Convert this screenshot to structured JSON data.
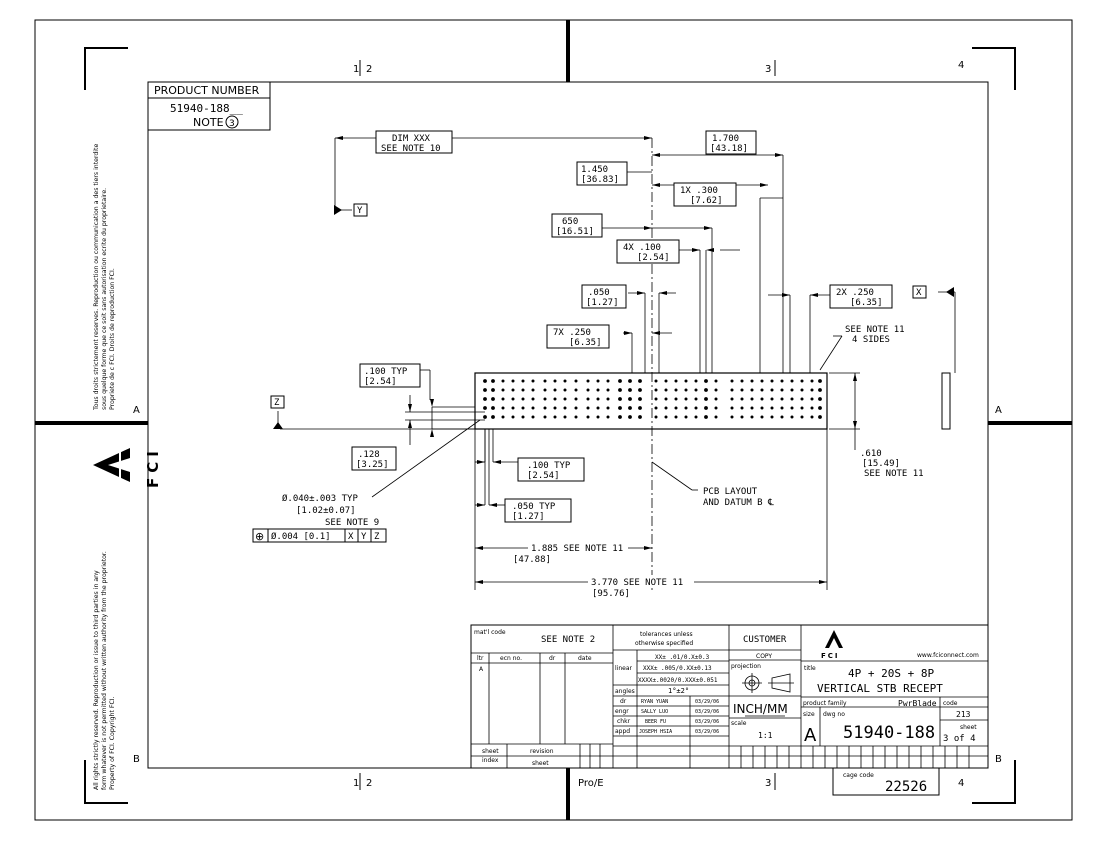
{
  "product_number": {
    "title": "PRODUCT NUMBER",
    "value": "51940-188__",
    "note": "NOTE"
  },
  "note_number": "3",
  "zones": {
    "top": [
      "1",
      "2",
      "3",
      "4"
    ],
    "bottom": [
      "1",
      "2",
      "3",
      "4"
    ],
    "left": [
      "A",
      "B"
    ],
    "right": [
      "A",
      "B"
    ]
  },
  "side_text_top": [
    "Tous droits strictement reserves.  Reproduction ou communication a des tiers interdite",
    "sous quelque forme que ce soit sans autorisation ecrite du proprietaire.",
    "Propriete de c FCI.   Droits de reproduction FCI."
  ],
  "side_text_bottom": [
    "All rights strictly reserved.  Reproduction or issue to third parties in any",
    "form whatever is not permitted without written authority from the proprietor.",
    "Property of FCI.  Copyright FCI."
  ],
  "side_logo": "FCI",
  "datums": {
    "y": "Y",
    "x": "X",
    "z": "Z"
  },
  "dims": {
    "dim_xxx": [
      "DIM XXX",
      "SEE NOTE 10"
    ],
    "d1700": [
      "1.700",
      "[43.18]"
    ],
    "d1450": [
      "1.450",
      "[36.83]"
    ],
    "d1x300": [
      "1X .300",
      "[7.62]"
    ],
    "d650": [
      "650",
      "[16.51]"
    ],
    "d4x100": [
      "4X .100",
      "[2.54]"
    ],
    "d050": [
      ".050",
      "[1.27]"
    ],
    "d2x250": [
      "2X .250",
      "[6.35]"
    ],
    "d7x250": [
      "7X .250",
      "[6.35]"
    ],
    "see_note_11": [
      "SEE NOTE 11",
      "4 SIDES"
    ],
    "d100typ": [
      ".100  TYP",
      "[2.54]"
    ],
    "d128": [
      ".128",
      "[3.25]"
    ],
    "d100typ_b": [
      ".100  TYP",
      "[2.54]"
    ],
    "d050typ": [
      ".050  TYP",
      "[1.27]"
    ],
    "d610": [
      ".610",
      "[15.49]",
      "SEE NOTE 11"
    ],
    "pcb_layout": [
      "PCB LAYOUT",
      "AND DATUM B ℄"
    ],
    "hole": [
      "Ø.040±.003   TYP",
      "[1.02±0.07]",
      "SEE NOTE 9"
    ],
    "fcf": [
      "⊕",
      "Ø.004 [0.1]",
      "X",
      "Y",
      "Z"
    ],
    "d1885": [
      "1.885  SEE NOTE 11",
      "[47.88]"
    ],
    "d3770": [
      "3.770  SEE NOTE 11",
      "[95.76]"
    ]
  },
  "title_block": {
    "matl_code": "mat'l code",
    "see_note_2": "SEE NOTE 2",
    "rev_headers": [
      "ltr",
      "ecn no.",
      "dr",
      "date"
    ],
    "rev_row": [
      "A",
      "",
      "",
      ""
    ],
    "tolerances": [
      "tolerances unless",
      "otherwise specified"
    ],
    "linear": "linear",
    "linear_vals": [
      "XX± .01/0.X±0.3",
      "XXX± .005/0.XX±0.13",
      "XXXX±.0020/0.XXX±0.051"
    ],
    "angles": "angles",
    "angles_val": "1°±2°",
    "sign_rows": [
      {
        "role": "dr",
        "name": "RYAN YUAN",
        "date": "03/29/06"
      },
      {
        "role": "engr",
        "name": "SALLY LUO",
        "date": "03/29/06"
      },
      {
        "role": "chkr",
        "name": "BEER FU",
        "date": "03/29/06"
      },
      {
        "role": "appd",
        "name": "JOSEPH HSIA",
        "date": "03/29/06"
      }
    ],
    "customer": "CUSTOMER",
    "copy": "COPY",
    "projection": "projection",
    "inch_mm": "INCH/MM",
    "scale": "scale",
    "scale_val": "1:1",
    "sheet_index": [
      "sheet",
      "index"
    ],
    "revision": "revision",
    "sheet_lbl": "sheet",
    "logo": "FCI",
    "url": "www.fciconnect.com",
    "title_lbl": "title",
    "title": [
      "4P + 20S + 8P",
      "VERTICAL STB RECEPT"
    ],
    "product_family_lbl": "product family",
    "product_family": "PwrBlade",
    "code_lbl": "code",
    "code": "213",
    "size_lbl": "size",
    "dwg_no_lbl": "dwg no",
    "size": "A",
    "dwg_no": "51940-188",
    "sheet_num_lbl": "sheet",
    "sheet_num": "3 of 4",
    "cage_code_lbl": "cage code",
    "cage_code": "22526",
    "proe": "Pro/E"
  }
}
